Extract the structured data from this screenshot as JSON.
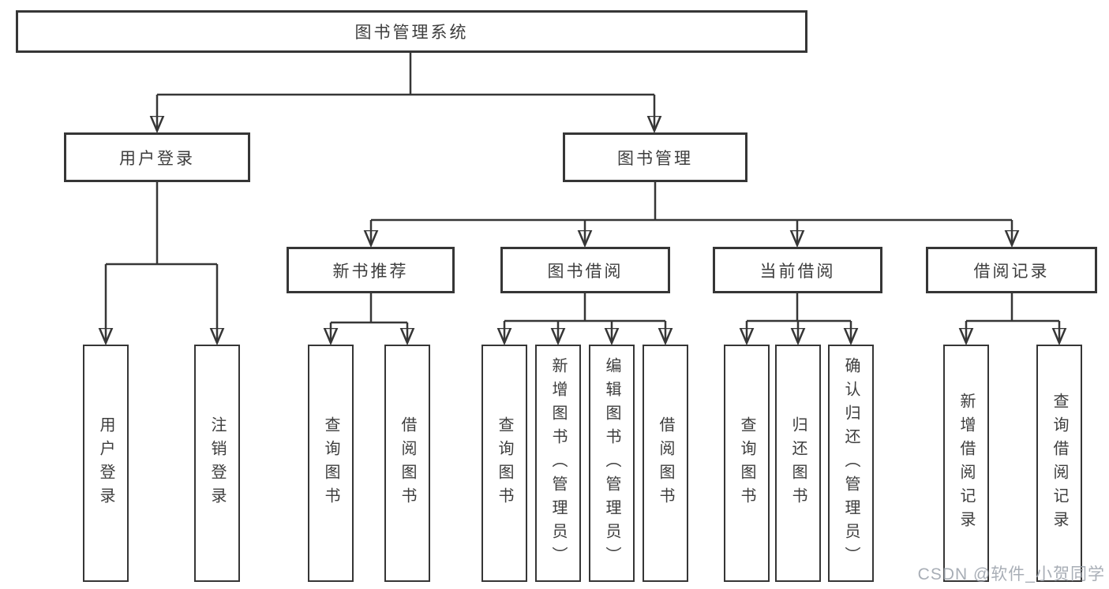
{
  "colors": {
    "line": "#363636",
    "text": "#3d3d3d",
    "background": "#ffffff",
    "watermark": "#9aa0aa"
  },
  "diagram": {
    "root": {
      "label": "图书管理系统"
    },
    "level2": [
      {
        "label": "用户登录"
      },
      {
        "label": "图书管理"
      }
    ],
    "level3": [
      {
        "label": "新书推荐",
        "parent": "图书管理"
      },
      {
        "label": "图书借阅",
        "parent": "图书管理"
      },
      {
        "label": "当前借阅",
        "parent": "图书管理"
      },
      {
        "label": "借阅记录",
        "parent": "图书管理"
      }
    ],
    "leaves": [
      {
        "label": "用户登录",
        "parent": "用户登录"
      },
      {
        "label": "注销登录",
        "parent": "用户登录"
      },
      {
        "label": "查询图书",
        "parent": "新书推荐"
      },
      {
        "label": "借阅图书",
        "parent": "新书推荐"
      },
      {
        "label": "查询图书",
        "parent": "图书借阅"
      },
      {
        "label": "新增图书（管理员）",
        "parent": "图书借阅"
      },
      {
        "label": "编辑图书（管理员）",
        "parent": "图书借阅"
      },
      {
        "label": "借阅图书",
        "parent": "图书借阅"
      },
      {
        "label": "查询图书",
        "parent": "当前借阅"
      },
      {
        "label": "归还图书",
        "parent": "当前借阅"
      },
      {
        "label": "确认归还（管理员）",
        "parent": "当前借阅"
      },
      {
        "label": "新增借阅记录",
        "parent": "借阅记录"
      },
      {
        "label": "查询借阅记录",
        "parent": "借阅记录"
      }
    ]
  },
  "watermark": {
    "text": "CSDN @软件_小贺同学"
  }
}
